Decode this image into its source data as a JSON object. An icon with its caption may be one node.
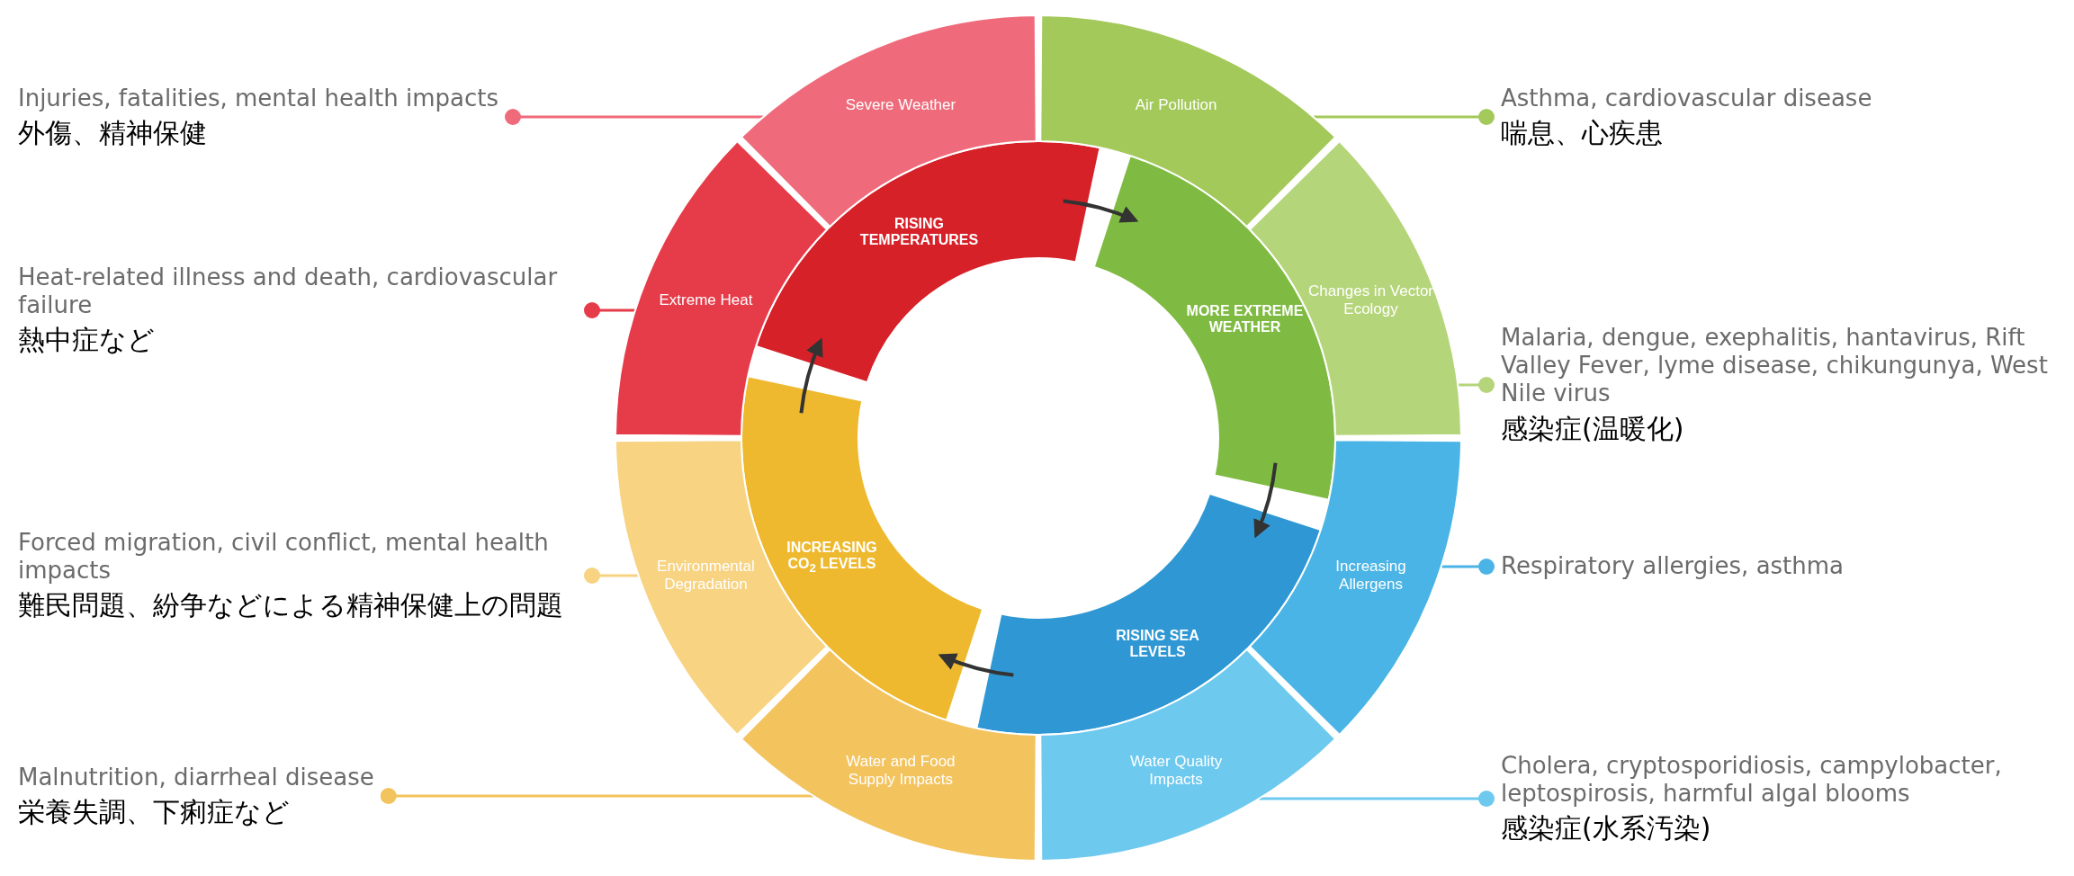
{
  "diagram": {
    "nodes": [
      {
        "text": [
          "RISING TEMPERATURES"
        ]
      },
      {
        "text": [
          "MORE EXTREME WEATHER"
        ]
      },
      {
        "text": [
          "RISING SEA LEVELS"
        ]
      },
      {
        "text": [
          "INCREASING CO$_{2}$ LEVELS"
        ]
      },
      {
        "text": [
          "Air Pollution"
        ]
      },
      {
        "text": [
          "Changes in Vector Ecology"
        ]
      },
      {
        "text": [
          "Increasing Allergens"
        ]
      },
      {
        "text": [
          "Water Quality Impacts"
        ]
      },
      {
        "text": [
          "Water and Food Supply Impacts"
        ]
      },
      {
        "text": [
          "Environmental Degradation"
        ]
      },
      {
        "text": [
          "Extreme Heat"
        ]
      },
      {
        "text": [
          "Severe Weather"
        ]
      },
      {
        "text": [
          "Asthma, cardiovascular disease",
          "喘息、心疾患"
        ]
      },
      {
        "text": [
          "Malaria, dengue, exephalitis, hantavirus, Rift Valley Fever, lyme disease, chikungunya, West Nile virus",
          "感染症(温暖化)"
        ]
      },
      {
        "text": [
          "Respiratory allergies, asthma"
        ]
      },
      {
        "text": [
          "Cholera, cryptosporidiosis, campylobacter, leptospirosis, harmful algal blooms",
          "感染症(水系汚染)"
        ]
      },
      {
        "text": [
          "Malnutrition, diarrheal disease",
          "栄養失調、下痢症など"
        ]
      },
      {
        "text": [
          "Forced migration, civil conflict, mental health impacts",
          "難民問題、紛争などによる精神保健上の問題"
        ]
      },
      {
        "text": [
          "Heat-related illness and death, cardiovascular failure",
          "熱中症など"
        ]
      },
      {
        "text": [
          "Injuries, fatalities, mental health impacts",
          "外傷、精神保健"
        ]
      }
    ],
    "edges": [
      {
        "from": 0,
        "to": 1,
        "arrow": "to"
      },
      {
        "from": 1,
        "to": 2,
        "arrow": "to"
      },
      {
        "from": 2,
        "to": 3,
        "arrow": "to"
      },
      {
        "from": 3,
        "to": 0,
        "arrow": "to"
      },
      {
        "from": 4,
        "to": 12,
        "arrow": "other",
        "color": "#a3c95a"
      },
      {
        "from": 5,
        "to": 13,
        "arrow": "other",
        "color": "#b5d57a"
      },
      {
        "from": 6,
        "to": 14,
        "arrow": "other",
        "color": "#4ab4e6"
      },
      {
        "from": 7,
        "to": 15,
        "arrow": "other",
        "color": "#6ec9ef"
      },
      {
        "from": 8,
        "to": 16,
        "arrow": "other",
        "color": "#f3c35e"
      },
      {
        "from": 9,
        "to": 17,
        "arrow": "other",
        "color": "#f7d382"
      },
      {
        "from": 10,
        "to": 18,
        "arrow": "other",
        "color": "#e63c4a"
      },
      {
        "from": 11,
        "to": 19,
        "arrow": "other",
        "color": "#ef6b7b"
      }
    ]
  }
}
